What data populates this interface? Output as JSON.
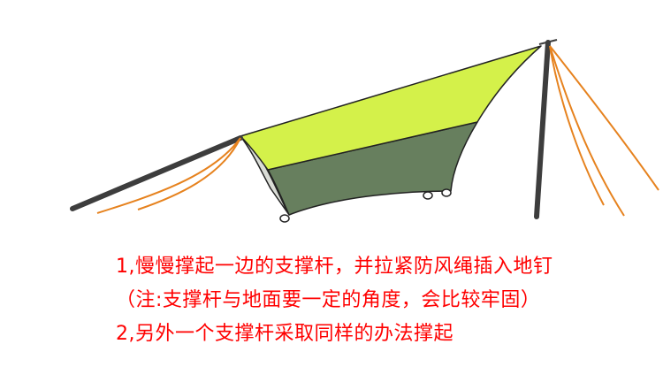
{
  "colors": {
    "instruction_text": "#ff0000",
    "tarp_light": "#d4f14a",
    "tarp_dark": "#677f5e",
    "tarp_side_shadow": "#d9dcd6",
    "pole": "#3d3d3d",
    "guy_rope": "#e6821e",
    "outline": "#222222"
  },
  "icons": [
    "tarp-illustration"
  ],
  "instructions": [
    "1,慢慢撑起一边的支撑杆，并拉紧防风绳插入地钉",
    "（注:支撑杆与地面要一定的角度，会比较牢固）",
    "2,另外一个支撑杆采取同样的办法撑起"
  ]
}
